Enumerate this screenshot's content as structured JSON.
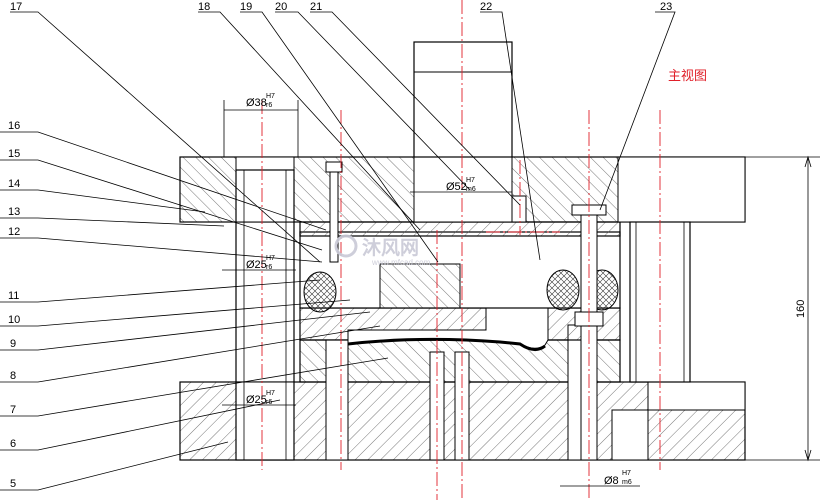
{
  "view_title": "主视图",
  "part_numbers": [
    "17",
    "18",
    "19",
    "20",
    "21",
    "22",
    "23",
    "16",
    "15",
    "14",
    "13",
    "12",
    "11",
    "10",
    "9",
    "8",
    "7",
    "6",
    "5"
  ],
  "dimensions": {
    "d38": {
      "main": "Ø38",
      "upper": "H7",
      "lower": "r6"
    },
    "d25a": {
      "main": "Ø25",
      "upper": "H7",
      "lower": "r6"
    },
    "d52": {
      "main": "Ø52",
      "upper": "H7",
      "lower": "m6"
    },
    "d25b": {
      "main": "Ø25",
      "upper": "H7",
      "lower": "r6"
    },
    "d8": {
      "main": "Ø8",
      "upper": "H7",
      "lower": "m6"
    },
    "height": "160"
  },
  "watermark": {
    "text": "沐风网",
    "url": "www.mfcad.com"
  },
  "colors": {
    "line": "#000000",
    "centerline": "#e0202a",
    "hatch": "#555555",
    "title": "#e0202a"
  }
}
